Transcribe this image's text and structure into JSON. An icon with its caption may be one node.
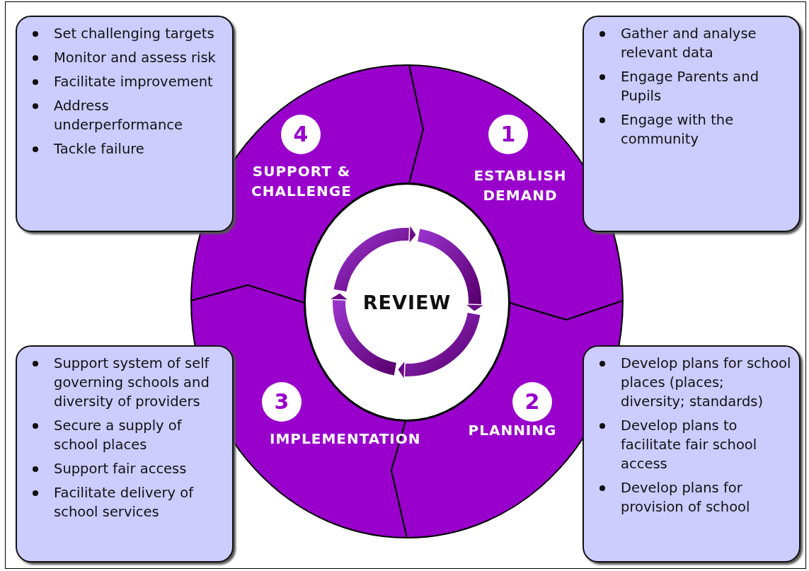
{
  "diagram": {
    "nodes": [
      {
        "text": [
          "Set challenging targets",
          "Monitor and assess risk",
          "Facilitate improvement",
          "Address underperformance",
          "Tackle failure"
        ]
      },
      {
        "text": [
          "Gather and analyse relevant data",
          "Engage Parents and Pupils",
          "Engage with the community"
        ]
      },
      {
        "text": [
          "4",
          "SUPPORT & CHALLENGE"
        ]
      },
      {
        "text": [
          "1",
          "ESTABLISH DEMAND"
        ]
      },
      {
        "text": [
          "REVIEW"
        ]
      },
      {
        "text": [
          "3",
          "IMPLEMENTATION"
        ]
      },
      {
        "text": [
          "2",
          "PLANNING"
        ]
      },
      {
        "text": [
          "Support system of self governing schools and diversity of providers",
          "Secure a supply of school places",
          "Support fair access",
          "Facilitate delivery of school services"
        ]
      },
      {
        "text": [
          "Develop plans for school places (places; diversity; standards)",
          "Develop plans to facilitate fair school access",
          "Develop plans for provision of school"
        ]
      }
    ]
  }
}
